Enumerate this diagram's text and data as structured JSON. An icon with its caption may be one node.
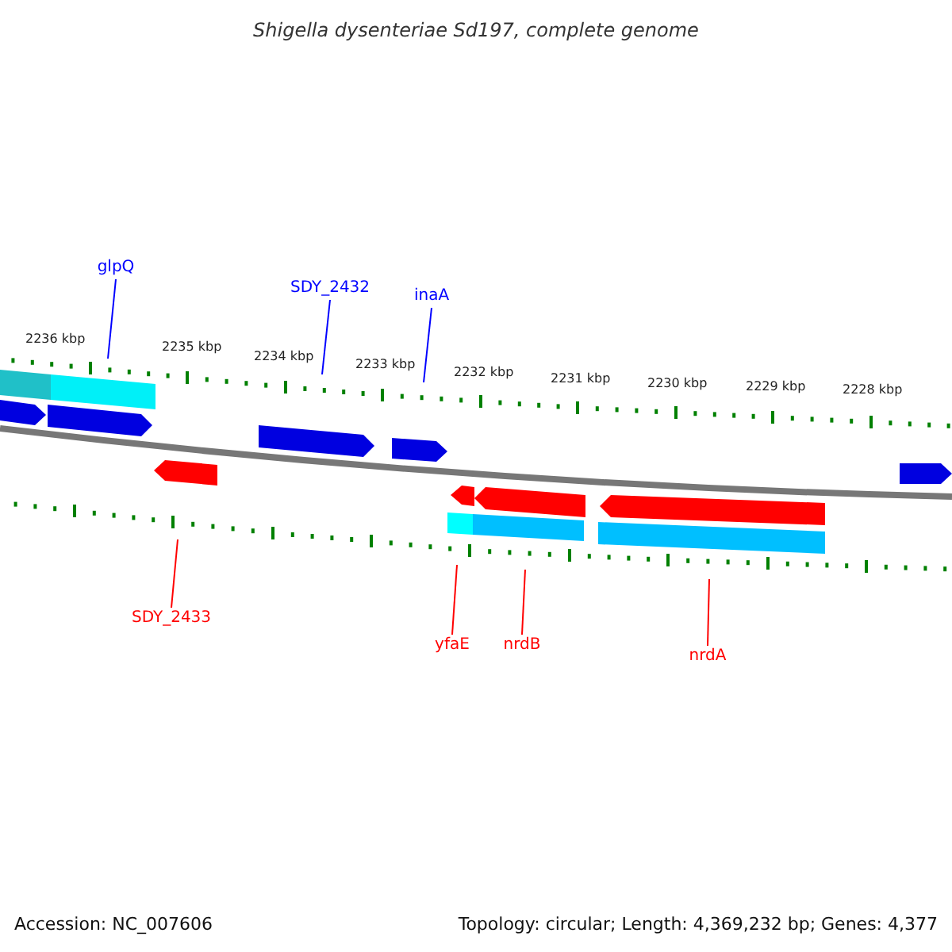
{
  "diagram": {
    "title": "Shigella dysenteriae Sd197, complete genome",
    "nodes": [
      {
        "text": [
          "glpQ"
        ]
      },
      {
        "text": [
          "SDY_2432"
        ]
      },
      {
        "text": [
          "inaA"
        ]
      },
      {
        "text": [
          "SDY_2433"
        ]
      },
      {
        "text": [
          "yfaE"
        ]
      },
      {
        "text": [
          "nrdB"
        ]
      },
      {
        "text": [
          "nrdA"
        ]
      }
    ],
    "edges": [
      {
        "from": 0,
        "to": null,
        "arrow": "none",
        "color": "#0000ff"
      },
      {
        "from": 1,
        "to": null,
        "arrow": "none",
        "color": "#0000ff"
      },
      {
        "from": 2,
        "to": null,
        "arrow": "none",
        "color": "#0000ff"
      },
      {
        "from": 3,
        "to": null,
        "arrow": "none"
      },
      {
        "from": 4,
        "to": null,
        "arrow": "none"
      },
      {
        "from": 5,
        "to": null,
        "arrow": "none"
      },
      {
        "from": 6,
        "to": null,
        "arrow": "none"
      }
    ],
    "labels": [
      "2236 kbp",
      "2235 kbp",
      "2234 kbp",
      "2233 kbp",
      "2232 kbp",
      "2231 kbp",
      "2230 kbp",
      "2229 kbp",
      "2228 kbp",
      "Accession: NC_007606",
      "Topology: circular; Length: 4,369,232 bp; Genes: 4,377"
    ]
  }
}
